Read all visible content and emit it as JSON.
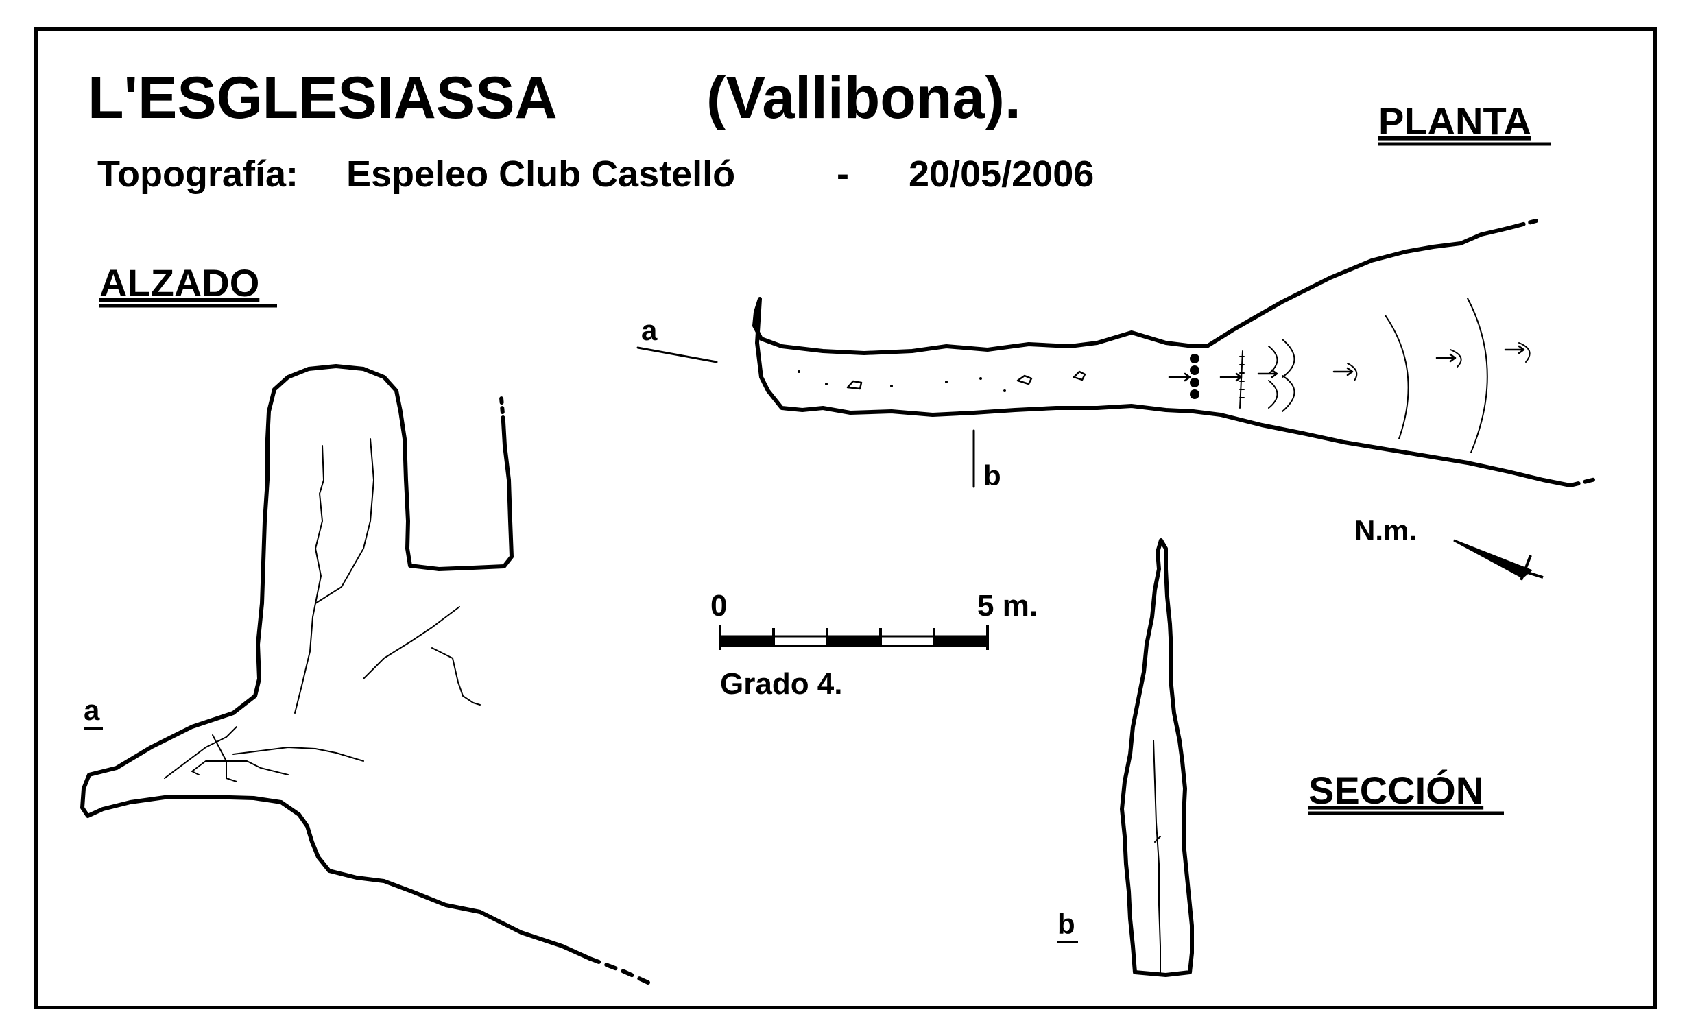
{
  "title": {
    "name": "L'ESGLESIASSA",
    "place": "(Vallibona)."
  },
  "subtitle": {
    "label": "Topografía:",
    "author": "Espeleo Club Castelló",
    "separator": "-",
    "date": "20/05/2006"
  },
  "views": {
    "elevation": "ALZADO",
    "plan": "PLANTA",
    "section": "SECCIÓN"
  },
  "section_marks": {
    "a": "a",
    "b": "b"
  },
  "scale_bar": {
    "start": "0",
    "end": "5 m.",
    "grade": "Grado  4.",
    "segments": 5
  },
  "north": {
    "label": "N.m."
  },
  "colors": {
    "ink": "#000000",
    "paper": "#ffffff"
  }
}
